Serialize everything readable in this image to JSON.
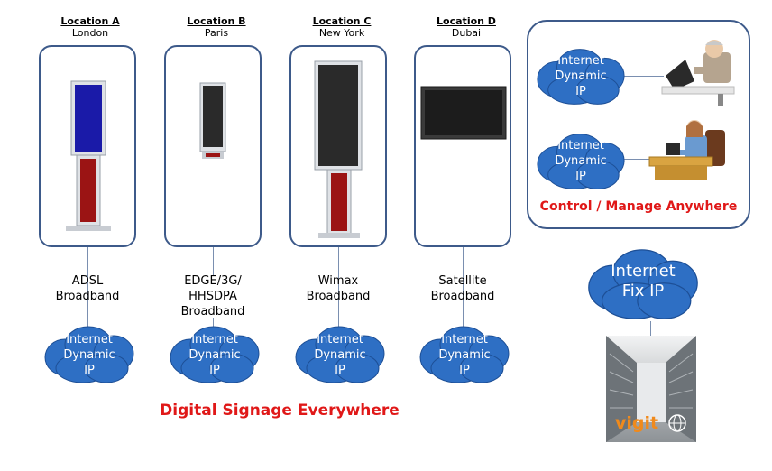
{
  "locations": [
    {
      "title": "Location A",
      "city": "London",
      "connection": [
        "ADSL",
        "Broadband"
      ],
      "cloud": [
        "Internet",
        "Dynamic",
        "IP"
      ],
      "device": "kiosk-blue"
    },
    {
      "title": "Location B",
      "city": "Paris",
      "connection": [
        "EDGE/3G/",
        "HHSDPA",
        "Broadband"
      ],
      "cloud": [
        "Internet",
        "Dynamic",
        "IP"
      ],
      "device": "kiosk-small"
    },
    {
      "title": "Location C",
      "city": "New York",
      "connection": [
        "Wimax",
        "Broadband"
      ],
      "cloud": [
        "Internet",
        "Dynamic",
        "IP"
      ],
      "device": "kiosk-tall"
    },
    {
      "title": "Location  D",
      "city": "Dubai",
      "connection": [
        "Satellite",
        "Broadband"
      ],
      "cloud": [
        "Internet",
        "Dynamic",
        "IP"
      ],
      "device": "wall-screen"
    }
  ],
  "management": {
    "clouds": [
      [
        "Internet",
        "Dynamic",
        "IP"
      ],
      [
        "Internet",
        "Dynamic",
        "IP"
      ]
    ],
    "caption": "Control / Manage Anywhere"
  },
  "server_cloud": [
    "Internet",
    "Fix IP"
  ],
  "footer_title": "Digital Signage Everywhere",
  "server_logo": "vigit",
  "colors": {
    "panel_border": "#3d5a8a",
    "cloud_fill": "#2e6fc4",
    "accent_red": "#e01818",
    "screen_blue": "#1a1aa8",
    "stand_red": "#9b1414"
  },
  "icons": [
    "kiosk-icon",
    "wall-screen-icon",
    "cloud-icon",
    "person-at-laptop-icon",
    "server-room-icon",
    "globe-icon"
  ]
}
